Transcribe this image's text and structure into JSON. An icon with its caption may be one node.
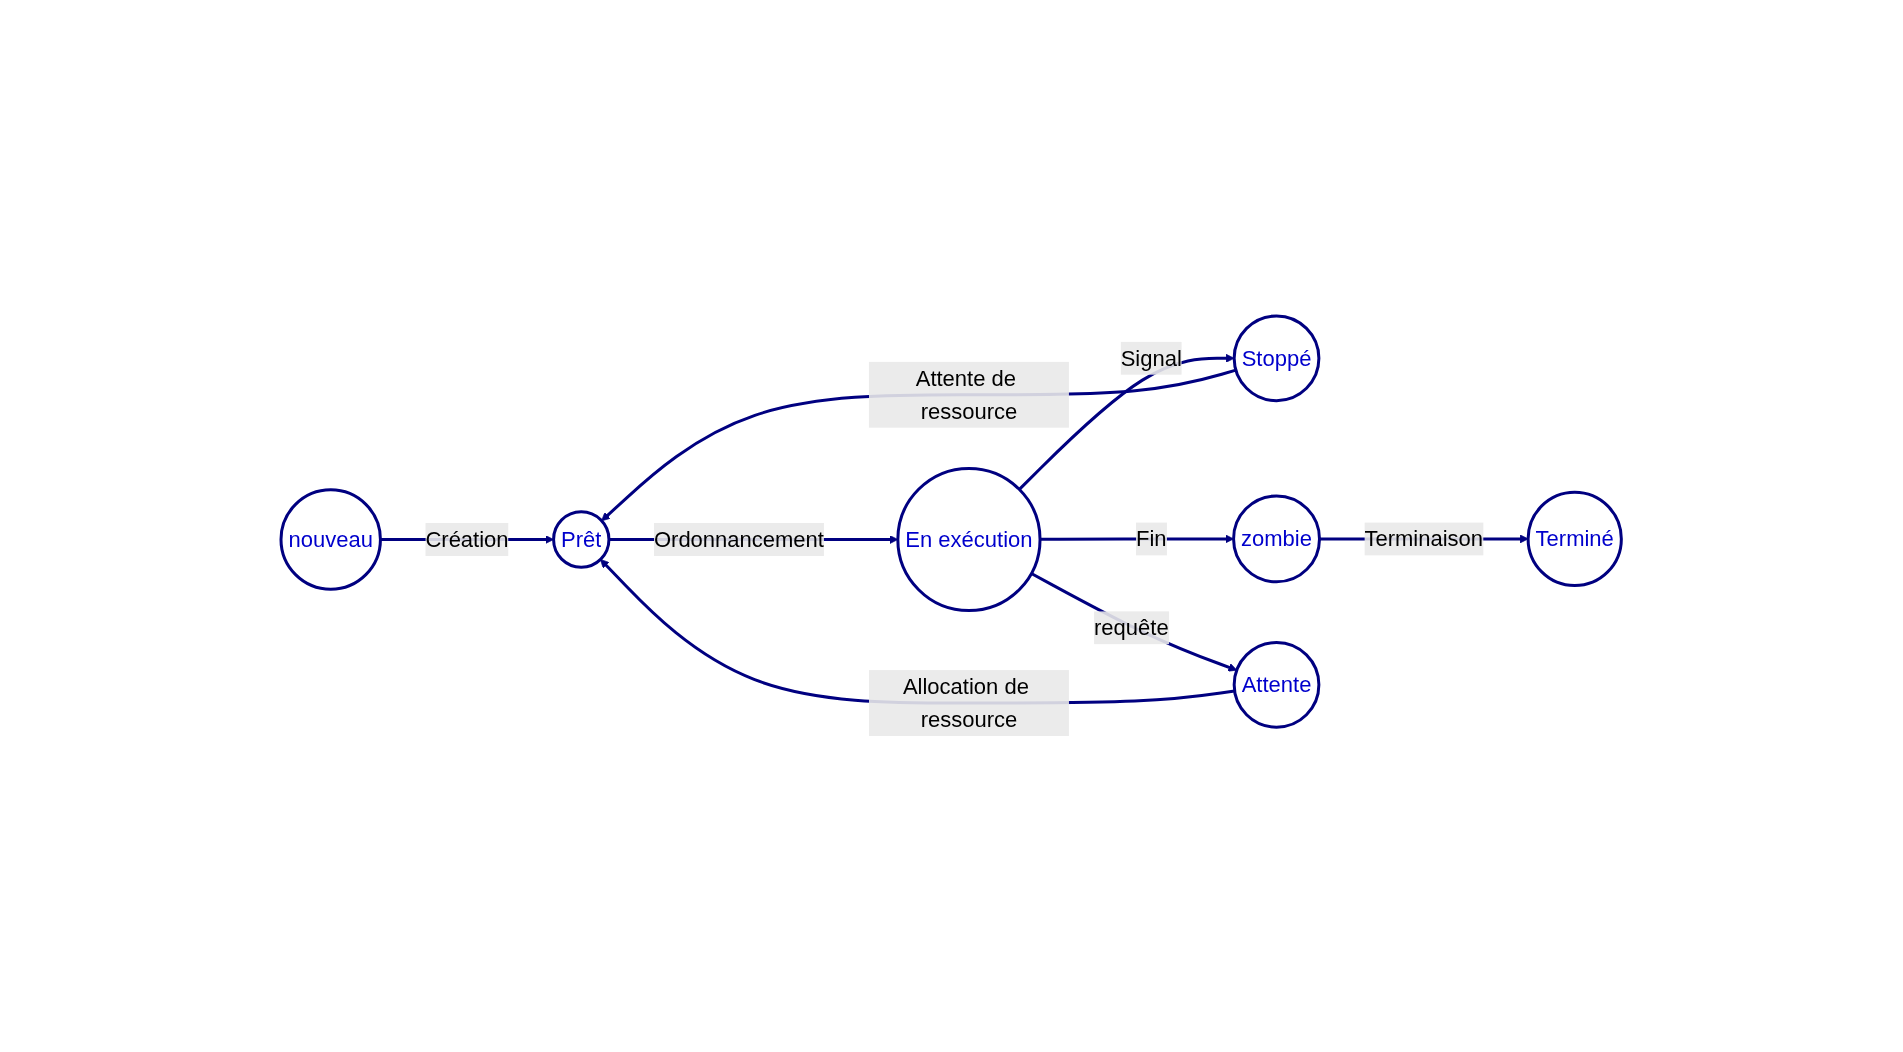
{
  "diagram": {
    "nodes": [
      {
        "text": [
          "nouveau"
        ]
      },
      {
        "text": [
          "Stoppé"
        ]
      },
      {
        "text": [
          "Prêt"
        ]
      },
      {
        "text": [
          "En exécution"
        ]
      },
      {
        "text": [
          "zombie"
        ]
      },
      {
        "text": [
          "Attente"
        ]
      },
      {
        "text": [
          "Terminé"
        ]
      }
    ],
    "edges": [
      {
        "from": 0,
        "to": 2,
        "arrow": "to",
        "label": "Création"
      },
      {
        "from": 1,
        "to": 2,
        "arrow": "to",
        "label": "Attente de ressource"
      },
      {
        "from": 2,
        "to": 3,
        "arrow": "to",
        "label": "Ordonnancement"
      },
      {
        "from": 3,
        "to": 1,
        "arrow": "to",
        "label": "Signal"
      },
      {
        "from": 3,
        "to": 4,
        "arrow": "to",
        "label": "Fin"
      },
      {
        "from": 3,
        "to": 5,
        "arrow": "to",
        "label": "requête"
      },
      {
        "from": 5,
        "to": 2,
        "arrow": "to",
        "label": "Allocation de ressource"
      },
      {
        "from": 4,
        "to": 6,
        "arrow": "to",
        "label": "Terminaison"
      }
    ]
  }
}
